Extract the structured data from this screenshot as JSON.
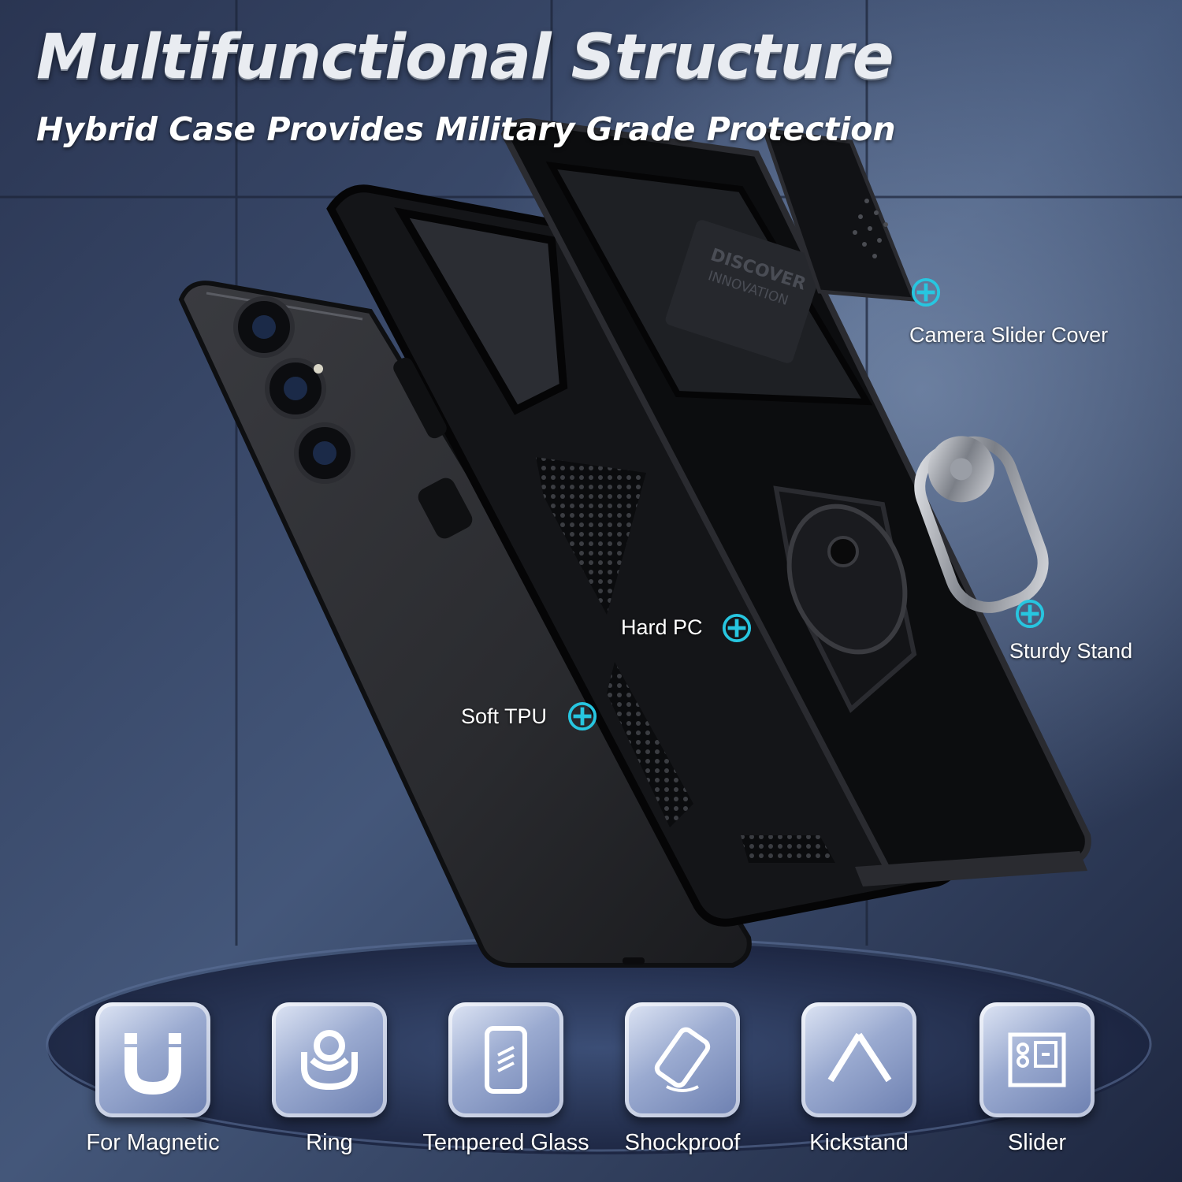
{
  "header": {
    "title": "Multifunctional Structure",
    "subtitle": "Hybrid Case Provides Military Grade Protection"
  },
  "product": {
    "embossed_text_line1": "DISCOVER",
    "embossed_text_line2": "INNOVATION"
  },
  "callouts": [
    {
      "label": "Camera Slider Cover",
      "icon": "plus-circle-icon"
    },
    {
      "label": "Hard PC",
      "icon": "plus-circle-icon"
    },
    {
      "label": "Sturdy Stand",
      "icon": "plus-circle-icon"
    },
    {
      "label": "Soft TPU",
      "icon": "plus-circle-icon"
    }
  ],
  "features": [
    {
      "label": "For Magnetic",
      "icon": "magnet-icon"
    },
    {
      "label": "Ring",
      "icon": "ring-icon"
    },
    {
      "label": "Tempered Glass",
      "icon": "tempered-glass-icon"
    },
    {
      "label": "Shockproof",
      "icon": "shockproof-icon"
    },
    {
      "label": "Kickstand",
      "icon": "kickstand-icon"
    },
    {
      "label": "Slider",
      "icon": "slider-icon"
    }
  ],
  "colors": {
    "background": "#2c3a58",
    "callout_accent": "#27c6e0",
    "tile_gradient_light": "#dfe6f5",
    "tile_gradient_dark": "#6c7fb0",
    "case": "#111214"
  }
}
